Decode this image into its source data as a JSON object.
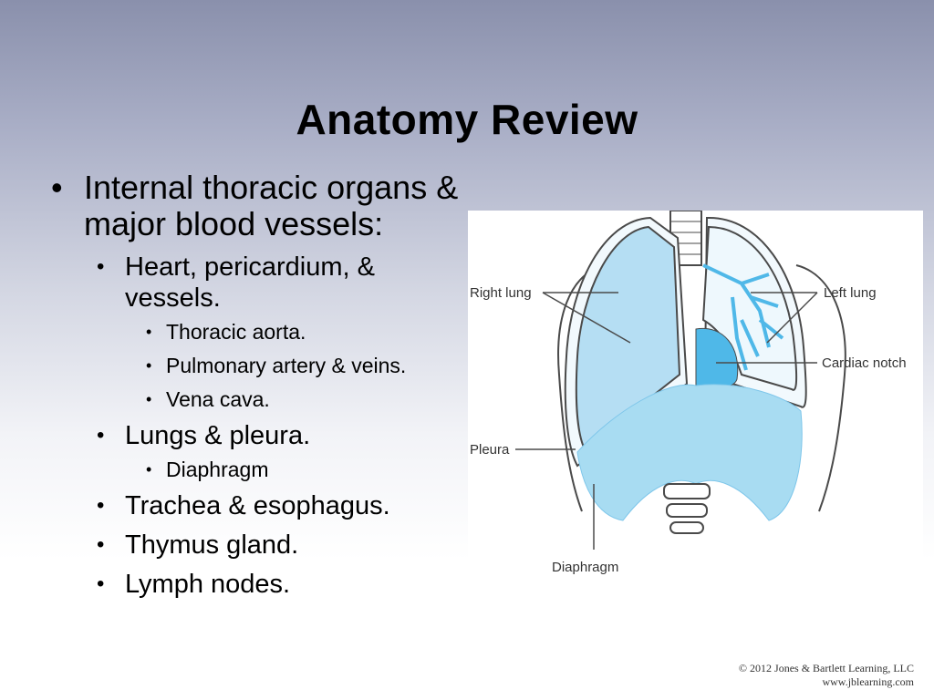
{
  "slide": {
    "title": "Anatomy Review",
    "bullets": {
      "main": "Internal thoracic organs & major blood vessels:",
      "heart": "Heart, pericardium, & vessels.",
      "heart_sub": [
        "Thoracic aorta.",
        "Pulmonary artery & veins.",
        "Vena cava."
      ],
      "lungs": "Lungs & pleura.",
      "lungs_sub": [
        "Diaphragm"
      ],
      "trachea": "Trachea & esophagus.",
      "thymus": "Thymus gland.",
      "lymph": "Lymph nodes."
    }
  },
  "figure": {
    "labels": {
      "right_lung": "Right lung",
      "left_lung": "Left lung",
      "cardiac_notch": "Cardiac notch",
      "pleura": "Pleura",
      "diaphragm": "Diaphragm"
    },
    "colors": {
      "lung": "#b5def3",
      "heart": "#4fb8e8",
      "diaphragm": "#a8dcf2",
      "outline": "#4a4a4a"
    }
  },
  "footer": {
    "copyright_line1": "© 2012 Jones & Bartlett Learning, LLC",
    "copyright_line2": "www.jblearning.com"
  }
}
